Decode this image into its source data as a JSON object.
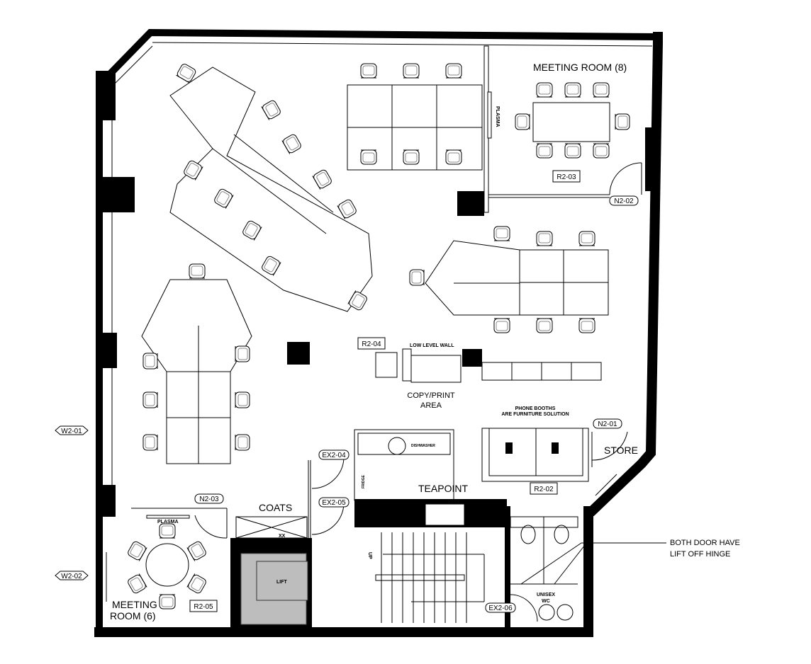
{
  "plan": {
    "rooms": {
      "meeting_room_8": "MEETING ROOM (8)",
      "meeting_room_6_line1": "MEETING",
      "meeting_room_6_line2": "ROOM (6)",
      "copy_print_line1": "COPY/PRINT",
      "copy_print_line2": "AREA",
      "teapoint": "TEAPOINT",
      "store": "STORE",
      "coats": "COATS",
      "lift": "LIFT",
      "unisex_wc_line1": "UNISEX",
      "unisex_wc_line2": "WC",
      "up": "UP"
    },
    "notes": {
      "low_level_wall": "LOW LEVEL WALL",
      "phone_booths_line1": "PHONE BOOTHS",
      "phone_booths_line2": "ARE FURNITURE  SOLUTION",
      "hinge_line1": "BOTH DOOR HAVE",
      "hinge_line2": "LIFT OFF HINGE",
      "plasma_top": "PLASMA",
      "plasma_bottom": "PLASMA",
      "dishwasher": "DISHWASHER",
      "fridge": "FRIDGE",
      "xx": "XX"
    },
    "room_tags": {
      "r2_02": "R2-02",
      "r2_03": "R2-03",
      "r2_04": "R2-04",
      "r2_05": "R2-05"
    },
    "door_tags": {
      "n2_01": "N2-01",
      "n2_02": "N2-02",
      "n2_03": "N2-03",
      "ex2_04": "EX2-04",
      "ex2_05": "EX2-05",
      "ex2_06": "EX2-06"
    },
    "window_tags": {
      "w2_01": "W2-01",
      "w2_02": "W2-02"
    }
  }
}
